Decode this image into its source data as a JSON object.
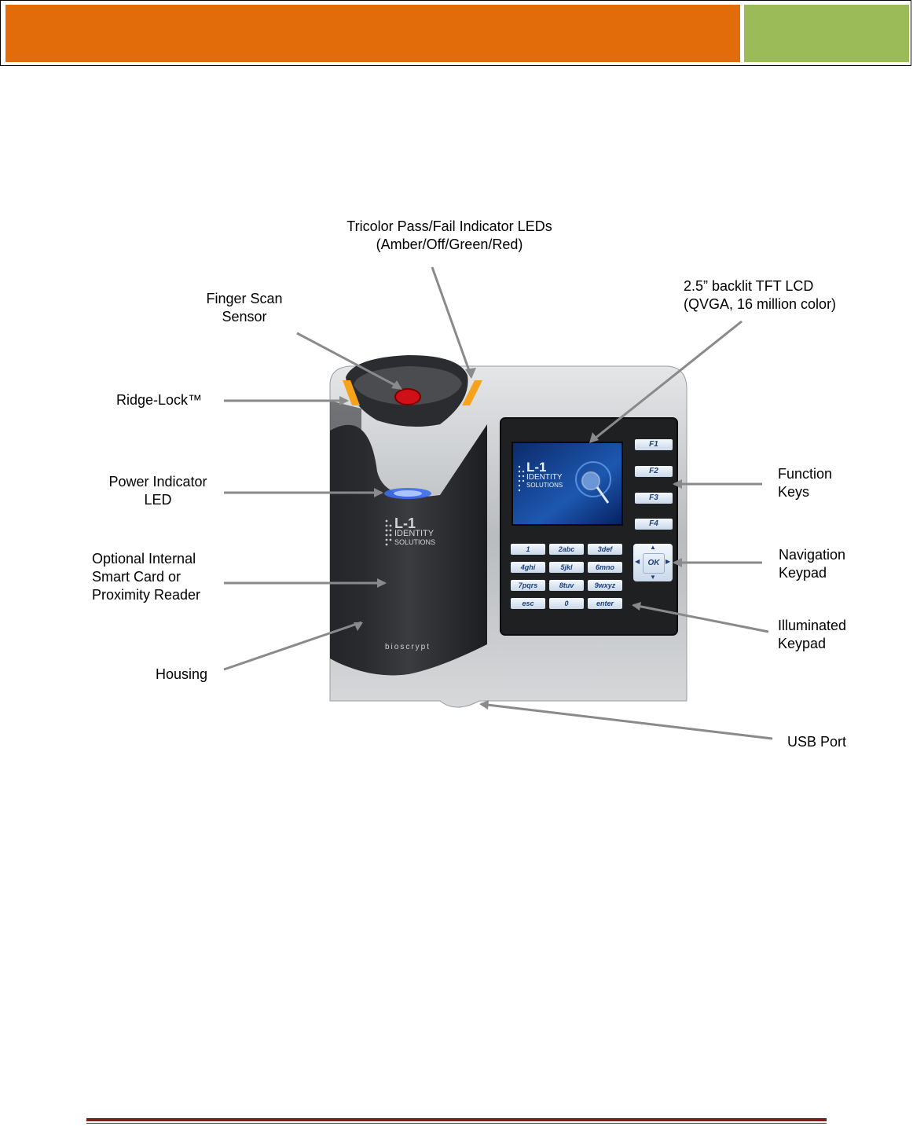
{
  "labels": {
    "tricolor": [
      "Tricolor Pass/Fail Indicator LEDs",
      "(Amber/Off/Green/Red)"
    ],
    "finger_scan": [
      "Finger Scan",
      "Sensor"
    ],
    "lcd": [
      "2.5” backlit TFT LCD",
      "(QVGA, 16 million color)"
    ],
    "ridge_lock": "Ridge-Lock™",
    "power_led": [
      "Power Indicator",
      "LED"
    ],
    "function_keys": [
      "Function",
      "Keys"
    ],
    "navigation": [
      "Navigation",
      "Keypad"
    ],
    "optional_reader": [
      "Optional Internal",
      "Smart Card or",
      "Proximity Reader"
    ],
    "illuminated": [
      "Illuminated",
      "Keypad"
    ],
    "housing": "Housing",
    "usb": "USB Port"
  },
  "device": {
    "brand_big": "L-1",
    "brand_line1": "IDENTITY",
    "brand_line2": "SOLUTIONS",
    "bioscrypt": "bioscrypt",
    "function_keys": [
      "F1",
      "F2",
      "F3",
      "F4"
    ],
    "ok_label": "OK",
    "keypad": [
      [
        "1",
        "2abc",
        "3def"
      ],
      [
        "4ghi",
        "5jkl",
        "6mno"
      ],
      [
        "7pqrs",
        "8tuv",
        "9wxyz"
      ],
      [
        "esc",
        "0",
        "enter"
      ]
    ]
  },
  "colors": {
    "header_orange": "#e36c0a",
    "header_green": "#9bbb59",
    "footer_rule": "#7a1f1f"
  }
}
